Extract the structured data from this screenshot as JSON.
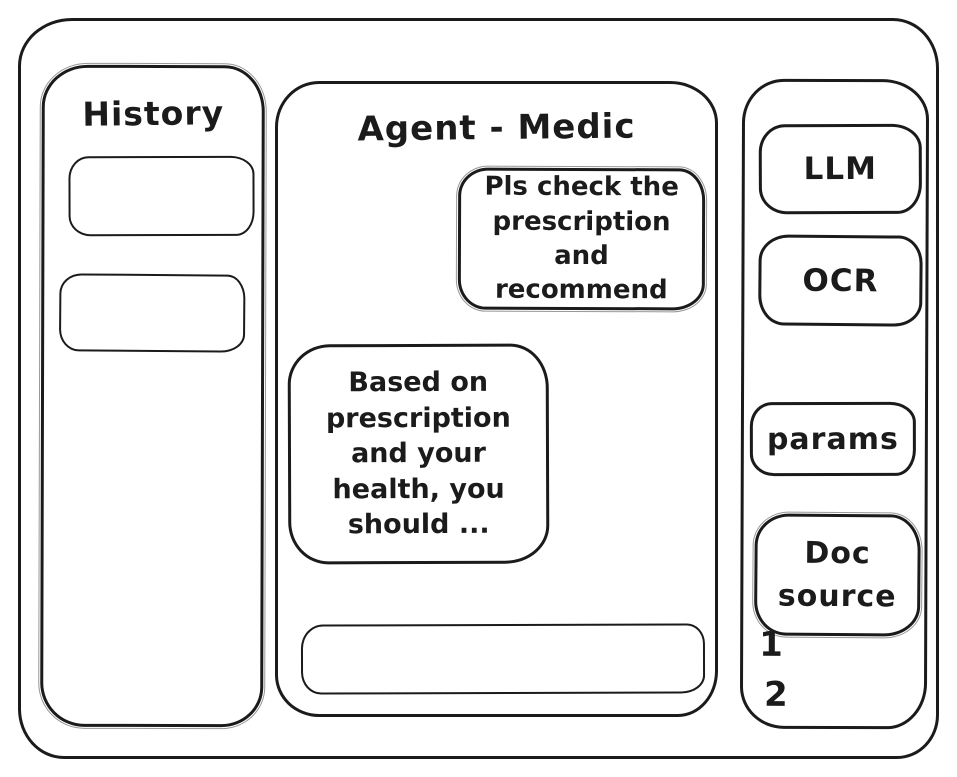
{
  "app": {
    "history_panel": {
      "title": "History"
    },
    "chat_panel": {
      "title": "Agent - Medic",
      "user_message": "Pls check the prescription and recommend",
      "assistant_message": "Based on prescription and your health, you should ...",
      "input_value": ""
    },
    "tools_panel": {
      "llm_label": "LLM",
      "ocr_label": "OCR",
      "params_label": "params",
      "doc_source_label": "Doc source",
      "doc_list": [
        "1",
        "2"
      ]
    },
    "colors": {
      "stroke": "#1b1b1b",
      "background": "#ffffff"
    }
  }
}
